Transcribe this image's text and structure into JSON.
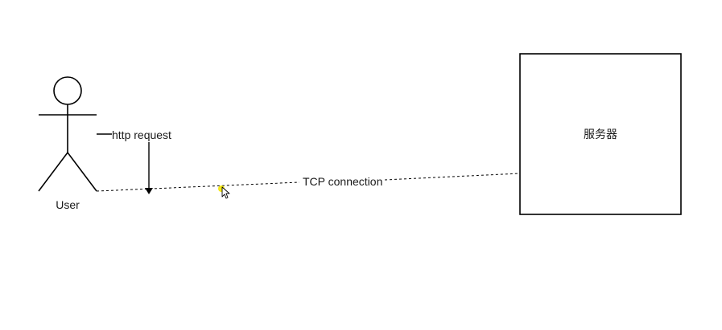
{
  "diagram": {
    "actor": {
      "label": "User"
    },
    "server": {
      "label": "服务器"
    },
    "request_edge": {
      "label": "http request"
    },
    "connection_edge": {
      "label": "TCP connection",
      "style": "dashed"
    }
  },
  "cursor": {
    "icon": "mouse-pointer-icon",
    "highlight_color": "#f5e600"
  },
  "colors": {
    "stroke": "#000000",
    "text": "#1a1a1a",
    "background": "#ffffff"
  }
}
